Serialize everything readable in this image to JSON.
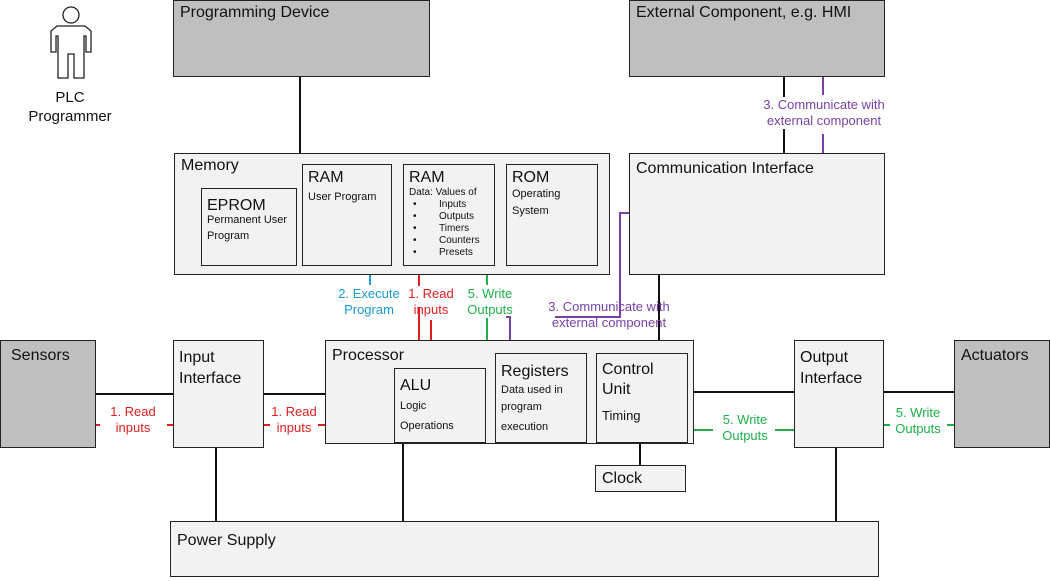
{
  "actor": {
    "icon": "person-icon",
    "label_line1": "PLC",
    "label_line2": "Programmer"
  },
  "blocks": {
    "programming_device": "Programming Device",
    "external_component": "External Component, e.g. HMI",
    "memory": "Memory",
    "communication_interface": "Communication Interface",
    "sensors": "Sensors",
    "input_interface_l1": "Input",
    "input_interface_l2": "Interface",
    "processor": "Processor",
    "output_interface_l1": "Output",
    "output_interface_l2": "Interface",
    "actuators": "Actuators",
    "clock": "Clock",
    "power_supply": "Power Supply"
  },
  "memory_parts": {
    "eprom": {
      "title": "EPROM",
      "line1": "Permanent User",
      "line2": "Program"
    },
    "ram_program": {
      "title": "RAM",
      "line1": "User Program"
    },
    "ram_data": {
      "title": "RAM",
      "line1": "Data: Values of",
      "items": [
        "Inputs",
        "Outputs",
        "Timers",
        "Counters",
        "Presets"
      ]
    },
    "rom": {
      "title": "ROM",
      "line1": "Operating",
      "line2": "System"
    }
  },
  "processor_parts": {
    "alu": {
      "title": "ALU",
      "line1": "Logic",
      "line2": "Operations"
    },
    "registers": {
      "title": "Registers",
      "line1": "Data used in",
      "line2": "program",
      "line3": "execution"
    },
    "control_unit": {
      "title_l1": "Control",
      "title_l2": "Unit",
      "line1": "Timing"
    }
  },
  "flow_labels": {
    "read_inputs_1": {
      "l1": "1. Read",
      "l2": "inputs"
    },
    "read_inputs_2": {
      "l1": "1. Read",
      "l2": "inputs"
    },
    "read_inputs_3": {
      "l1": "1. Read",
      "l2": "inputs"
    },
    "execute_program": {
      "l1": "2. Execute",
      "l2": "Program"
    },
    "write_outputs_mem": {
      "l1": "5. Write",
      "l2": "Outputs"
    },
    "write_outputs_1": {
      "l1": "5. Write",
      "l2": "Outputs"
    },
    "write_outputs_2": {
      "l1": "5. Write",
      "l2": "Outputs"
    },
    "communicate_top": {
      "l1": "3. Communicate with",
      "l2": "external component"
    },
    "communicate_mid": {
      "l1": "3. Communicate with",
      "l2": "external component"
    }
  },
  "colors": {
    "read": "#e02020",
    "execute": "#1a9bd6",
    "write": "#1fb04a",
    "communicate": "#7a3fa8",
    "dark_box": "#bfbfbf",
    "light_box": "#f2f2f2"
  }
}
